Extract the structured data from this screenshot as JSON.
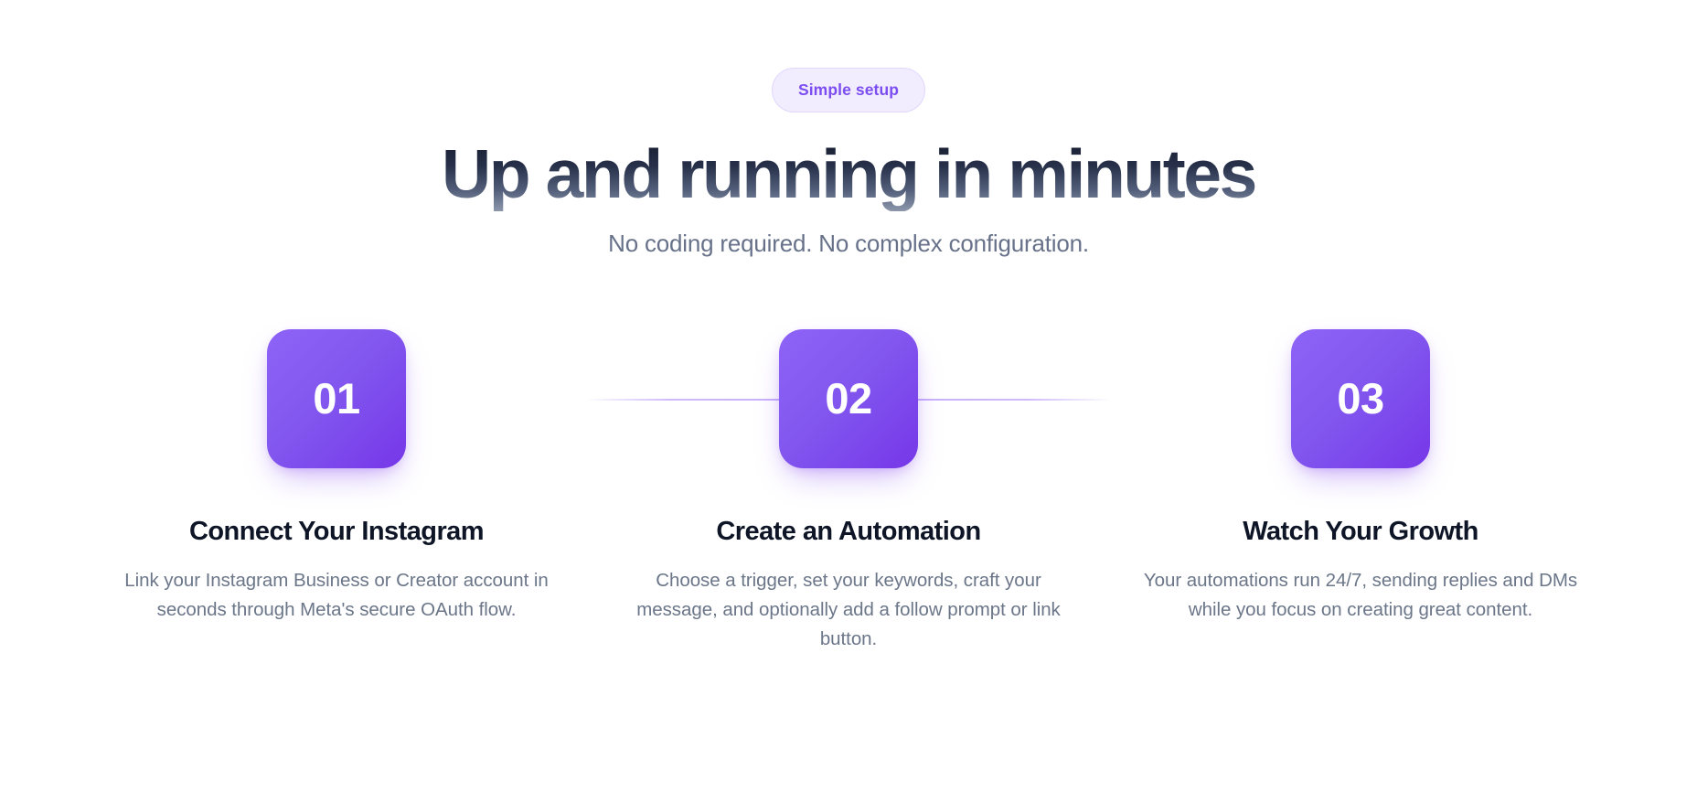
{
  "section": {
    "badge_label": "Simple setup",
    "heading": "Up and running in minutes",
    "subheading": "No coding required. No complex configuration.",
    "accent_color": "#7c3aed",
    "badge_bg_color": "#f1ecfe",
    "badge_text_color": "#7c4df0",
    "heading_gradient_from": "#161c2e",
    "heading_gradient_to": "#8c97ac",
    "subheading_color": "#67728a",
    "step_title_color": "#0e1526",
    "step_desc_color": "#6b7689",
    "connector_color": "#8b5cf6",
    "steps": [
      {
        "number": "01",
        "title": "Connect Your Instagram",
        "description": "Link your Instagram Business or Creator account in seconds through Meta's secure OAuth flow."
      },
      {
        "number": "02",
        "title": "Create an Automation",
        "description": "Choose a trigger, set your keywords, craft your message, and optionally add a follow prompt or link button."
      },
      {
        "number": "03",
        "title": "Watch Your Growth",
        "description": "Your automations run 24/7, sending replies and DMs while you focus on creating great content."
      }
    ]
  }
}
